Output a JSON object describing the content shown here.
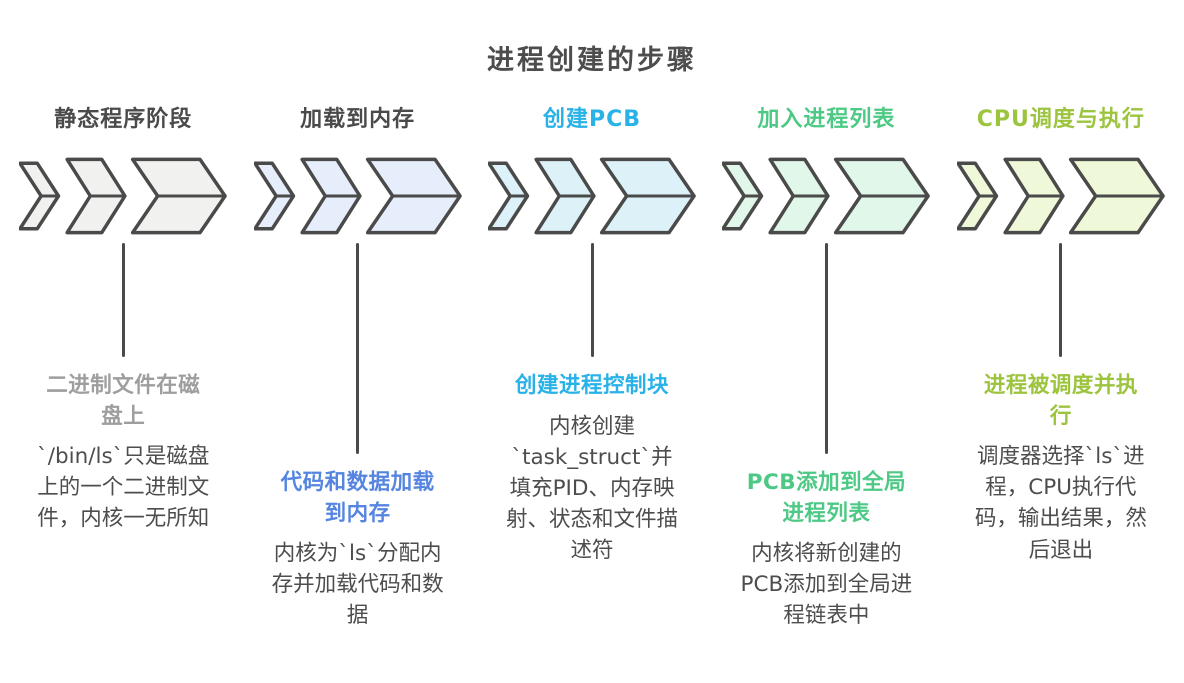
{
  "title": "进程创建的步骤",
  "colors": {
    "background": "#ffffff",
    "title_text": "#4d4d4d",
    "body_text": "#4d4d4d",
    "chevron_outline": "#4a4a4a",
    "connector_line": "#4a4a4a"
  },
  "steps": [
    {
      "header": "静态程序阶段",
      "header_color": "#4a4a4a",
      "chevron_fill": "#f1f1ef",
      "subtitle": "二进制文件在磁盘上",
      "subtitle_color": "#9e9e9e",
      "body": "`/bin/ls`只是磁盘上的一个二进制文件，内核一无所知"
    },
    {
      "header": "加载到内存",
      "header_color": "#4a4a4a",
      "chevron_fill": "#e6edfb",
      "subtitle": "代码和数据加载到内存",
      "subtitle_color": "#5585e0",
      "body": "内核为`ls`分配内存并加载代码和数据"
    },
    {
      "header": "创建PCB",
      "header_color": "#29b2e8",
      "chevron_fill": "#dcf2f8",
      "subtitle": "创建进程控制块",
      "subtitle_color": "#29b2e8",
      "body": "内核创建`task_struct`并填充PID、内存映射、状态和文件描述符"
    },
    {
      "header": "加入进程列表",
      "header_color": "#4ec985",
      "chevron_fill": "#e1f7ea",
      "subtitle": "PCB添加到全局进程列表",
      "subtitle_color": "#4ec985",
      "body": "内核将新创建的PCB添加到全局进程链表中"
    },
    {
      "header": "CPU调度与执行",
      "header_color": "#9cc43e",
      "chevron_fill": "#eff8d8",
      "subtitle": "进程被调度并执行",
      "subtitle_color": "#9cc43e",
      "body": "调度器选择`ls`进程，CPU执行代码，输出结果，然后退出"
    }
  ]
}
